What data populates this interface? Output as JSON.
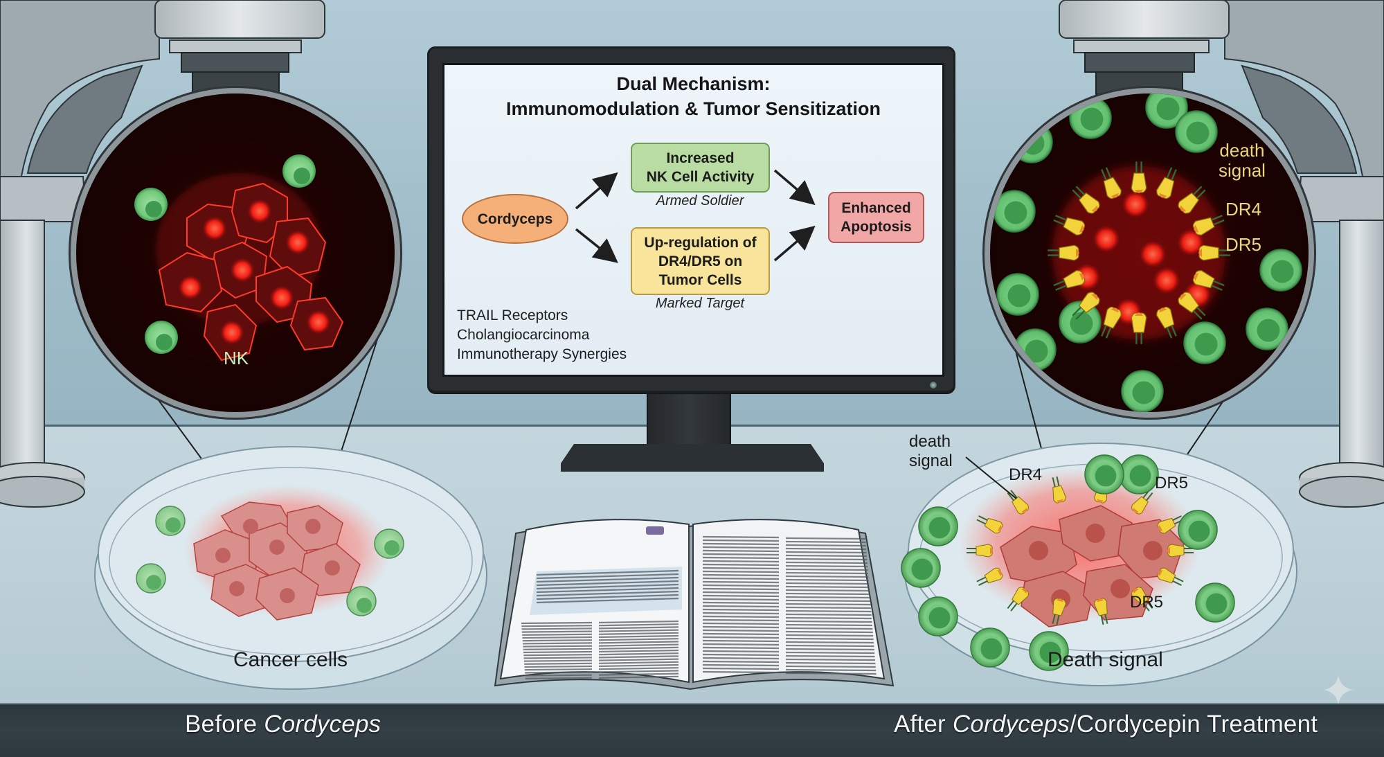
{
  "monitor": {
    "title_line1": "Dual Mechanism:",
    "title_line2": "Immunomodulation & Tumor Sensitization",
    "nodes": {
      "source": {
        "label": "Cordyceps",
        "color": "#f5b07a"
      },
      "nk": {
        "line1": "Increased",
        "line2": "NK Cell Activity",
        "caption": "Armed Soldier",
        "color": "#b9dca3"
      },
      "dr": {
        "line1": "Up-regulation of",
        "line2": "DR4/DR5 on",
        "line3": "Tumor Cells",
        "caption": "Marked Target",
        "color": "#f8e49a"
      },
      "outcome": {
        "line1": "Enhanced",
        "line2": "Apoptosis",
        "color": "#f2a7a7"
      }
    },
    "keywords": [
      "TRAIL Receptors",
      "Cholangiocarcinoma",
      "Immunotherapy Synergies"
    ]
  },
  "left_view": {
    "label": "NK"
  },
  "right_view": {
    "labels": {
      "death_signal_1": "death",
      "death_signal_2": "signal",
      "dr4": "DR4",
      "dr5": "DR5"
    }
  },
  "left_dish": {
    "label": "Cancer cells"
  },
  "right_dish": {
    "label": "Death signal",
    "annotations": {
      "death_signal_1": "death",
      "death_signal_2": "signal",
      "dr4": "DR4",
      "dr5_top": "DR5",
      "dr5_bottom": "DR5"
    }
  },
  "book": {
    "kind": "open-journal-article"
  },
  "captions": {
    "before_prefix": "Before ",
    "before_italic": "Cordyceps",
    "after_prefix": "After ",
    "after_italic": "Cordyceps",
    "after_suffix": "/Cordycepin Treatment"
  },
  "colors": {
    "nk_cell": "#7fd08a",
    "tumor_cell": "#e8231c",
    "receptor": "#f2d33a",
    "view_background": "#1a0202"
  }
}
